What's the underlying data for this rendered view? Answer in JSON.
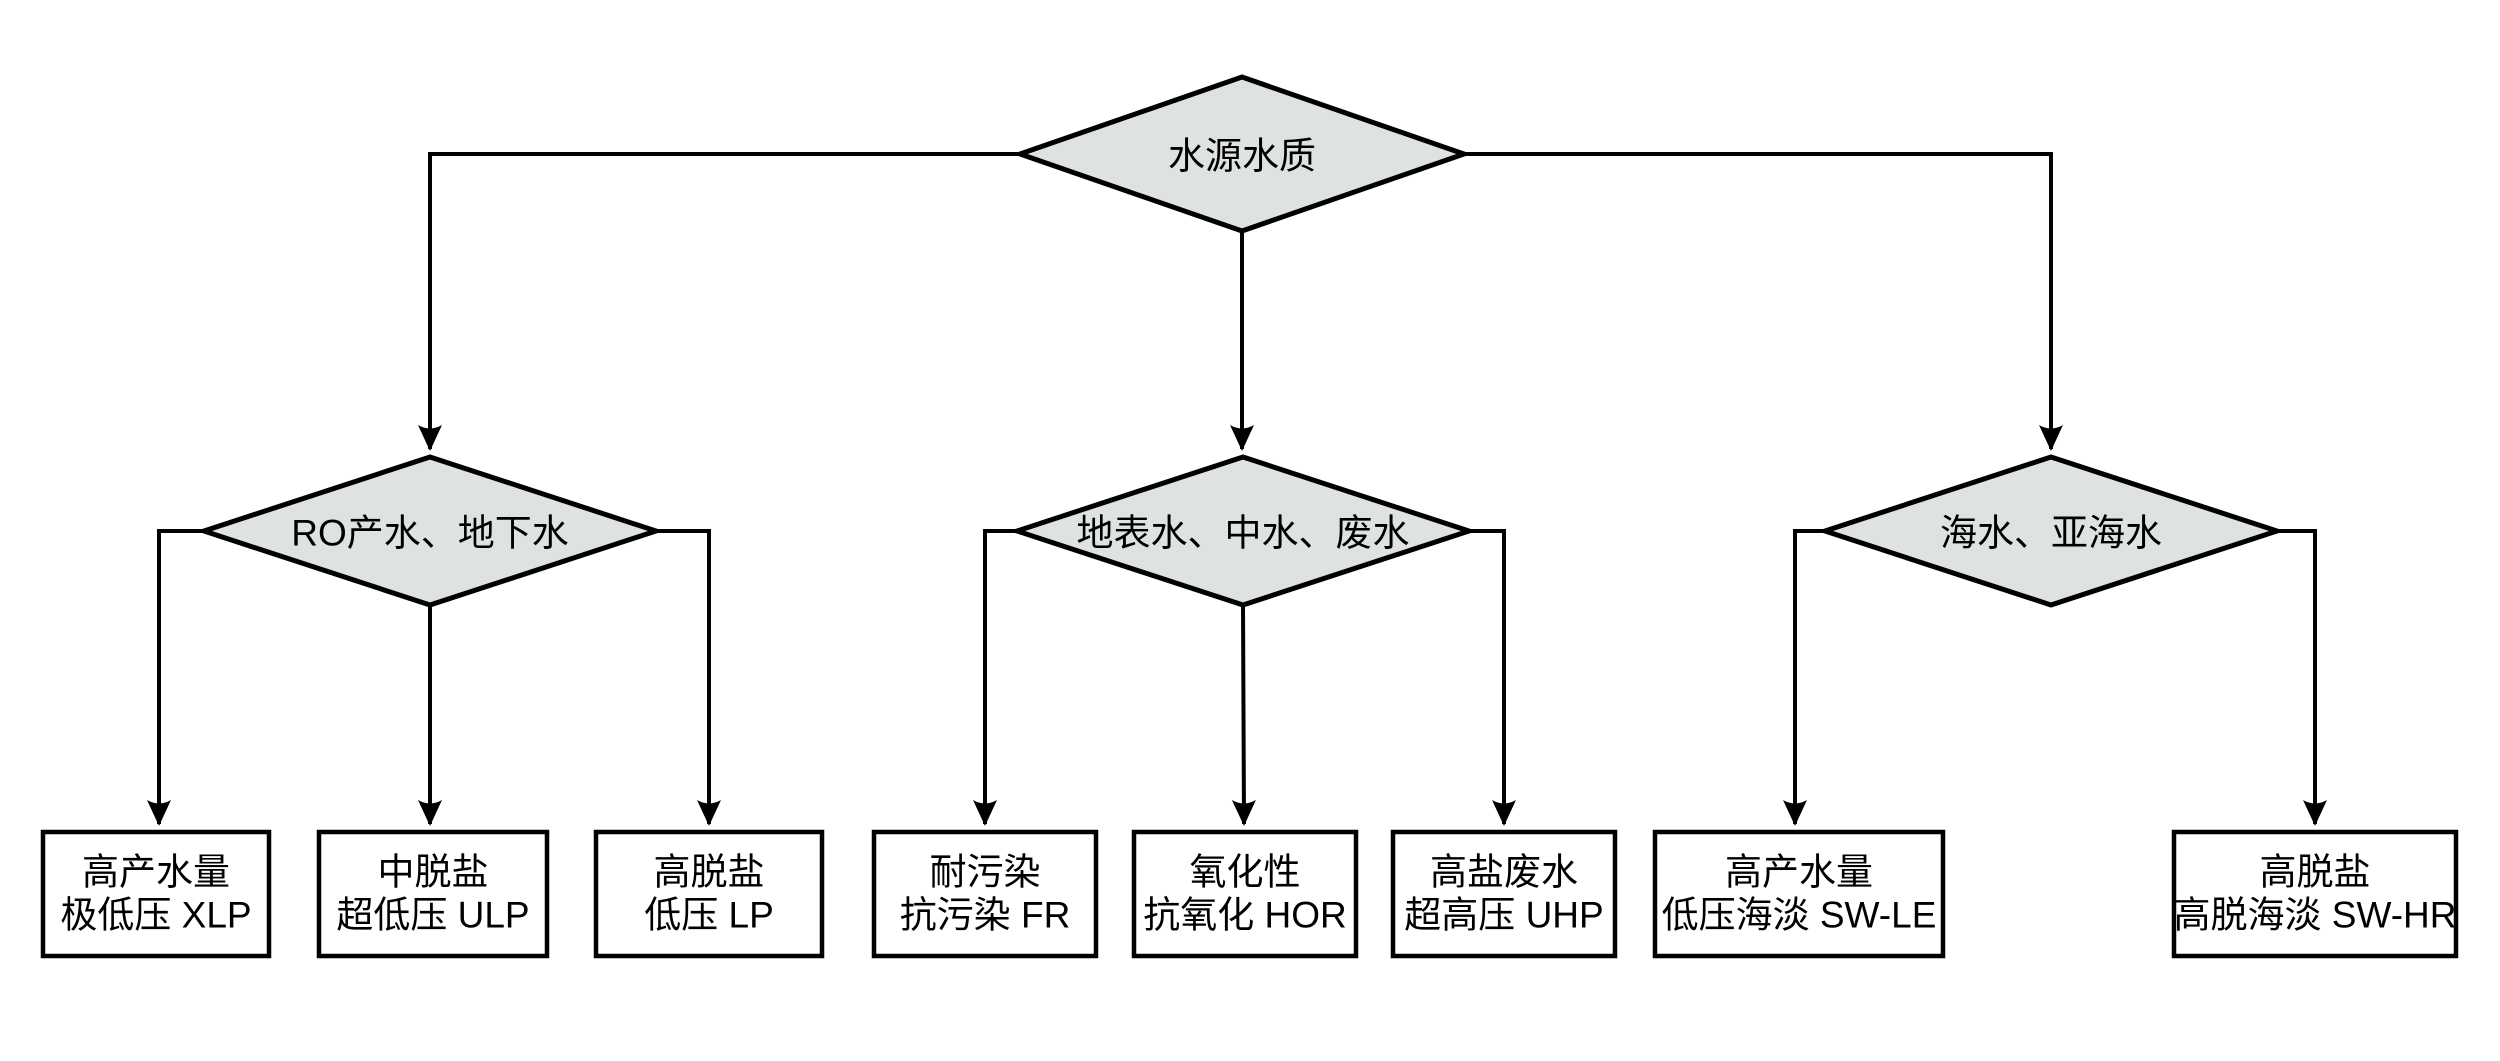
{
  "diagram": {
    "type": "flowchart-decision-tree",
    "colors": {
      "background": "#ffffff",
      "decision_fill": "#dee2e3",
      "decision_stroke": "#000000",
      "result_fill": "#ffffff",
      "result_stroke": "#000000",
      "connector": "#000000",
      "text": "#000000"
    },
    "root": {
      "label": "水源水质"
    },
    "branches": [
      {
        "label": "RO产水、地下水",
        "children": [
          {
            "line1": "高产水量",
            "line2": "极低压 XLP"
          },
          {
            "line1": "中脱盐",
            "line2": "超低压 ULP"
          },
          {
            "line1": "高脱盐",
            "line2": "低压 LP"
          }
        ]
      },
      {
        "label": "地表水、中水、废水",
        "children": [
          {
            "line1": "耐污染",
            "line2": "抗污染 FR"
          },
          {
            "line1": "氧化性",
            "line2": "抗氧化 HOR"
          },
          {
            "line1": "高盐废水",
            "line2": "超高压 UHP"
          }
        ]
      },
      {
        "label": "海水、亚海水",
        "children": [
          {
            "line1": "高产水量",
            "line2": "低压海淡 SW-LE"
          },
          {
            "line1": "高脱盐",
            "line2": "高脱海淡 SW-HR"
          }
        ]
      }
    ]
  }
}
